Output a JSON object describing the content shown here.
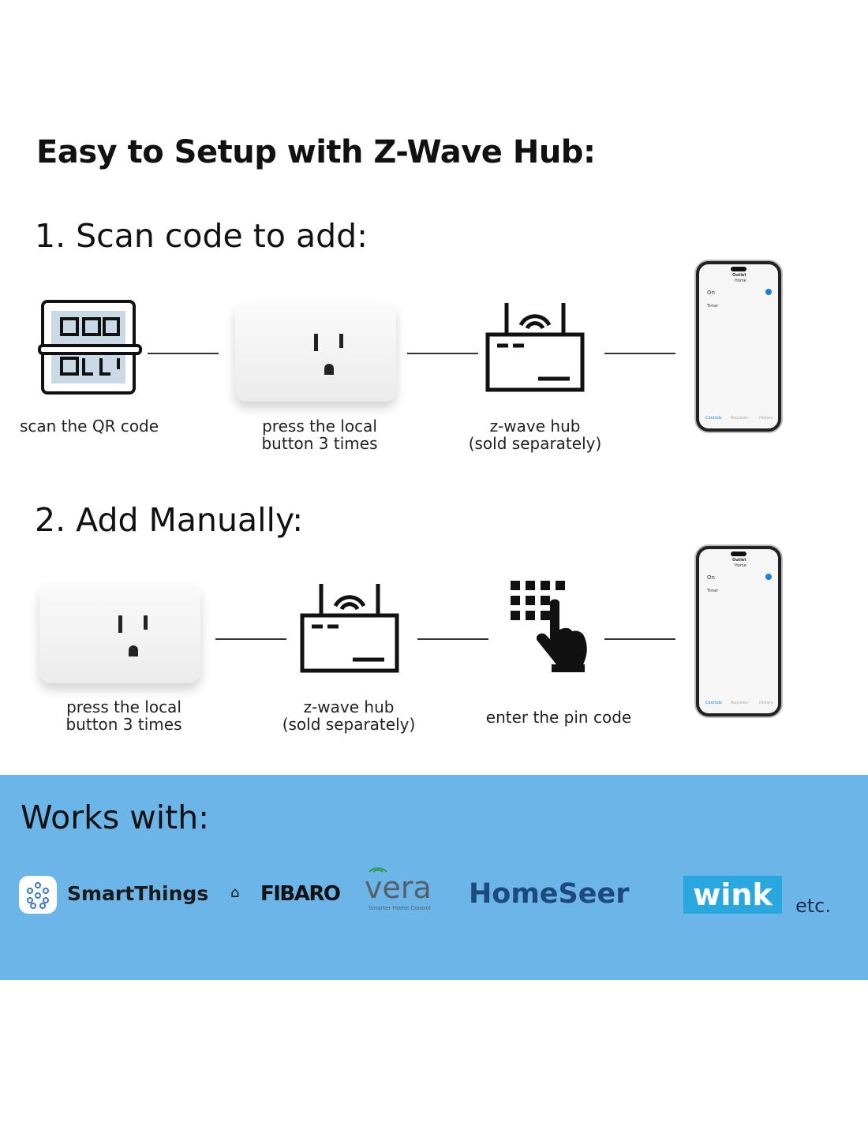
{
  "title": "Easy to Setup with Z-Wave Hub:",
  "step1": {
    "heading": "1. Scan code to add:",
    "captions": {
      "qr": "scan the QR code",
      "plug_line1": "press the local",
      "plug_line2": "button 3 times",
      "hub_line1": "z-wave hub",
      "hub_line2": "(sold separately)"
    }
  },
  "step2": {
    "heading": "2. Add Manually:",
    "captions": {
      "plug_line1": "press the local",
      "plug_line2": "button 3 times",
      "hub_line1": "z-wave hub",
      "hub_line2": "(sold separately)",
      "pin": "enter the pin code"
    }
  },
  "phone": {
    "title": "Outlet",
    "subtitle": "Home",
    "state": "On",
    "timer": "Timer",
    "tabs": [
      "Controls",
      "Routines",
      "History"
    ]
  },
  "works_with": {
    "heading": "Works with:",
    "brands": [
      "SmartThings",
      "FIBARO",
      "vera",
      "Smarter Home Control",
      "HomeSeer",
      "wink",
      "etc."
    ]
  },
  "colors": {
    "band": "#6cb5e8",
    "homeseer": "#1d4a7e",
    "wink": "#29a8e0",
    "vera_green": "#2e9b4a"
  }
}
